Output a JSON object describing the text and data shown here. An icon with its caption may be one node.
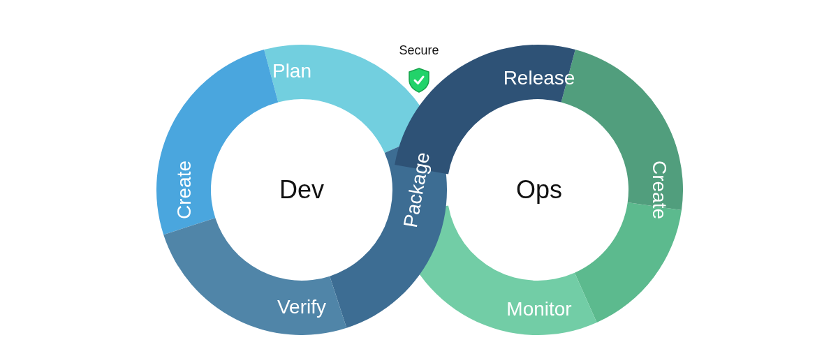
{
  "diagram": {
    "nodes": [
      {
        "text": [
          "Plan"
        ]
      },
      {
        "text": [
          "Release"
        ]
      },
      {
        "text": [
          "Create"
        ]
      },
      {
        "text": [
          "Package"
        ]
      },
      {
        "text": [
          "Create"
        ]
      },
      {
        "text": [],
        "shape": "box"
      },
      {
        "text": [
          "Verify"
        ]
      },
      {
        "text": [
          "Monitor"
        ]
      }
    ],
    "edges": [],
    "labels": [
      "Secure",
      "Dev",
      "Ops"
    ]
  }
}
